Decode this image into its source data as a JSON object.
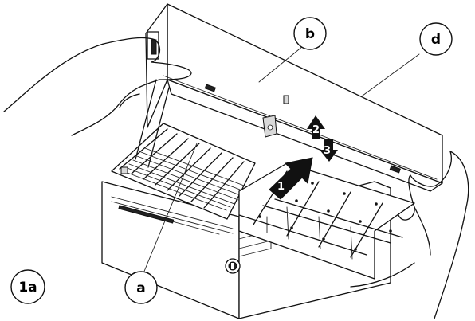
{
  "figure": {
    "label": "1a",
    "callouts": [
      {
        "id": "a",
        "label": "a"
      },
      {
        "id": "b",
        "label": "b"
      },
      {
        "id": "d",
        "label": "d"
      }
    ],
    "steps": [
      {
        "id": "1",
        "label": "1"
      },
      {
        "id": "2",
        "label": "2"
      },
      {
        "id": "3",
        "label": "3"
      }
    ]
  }
}
